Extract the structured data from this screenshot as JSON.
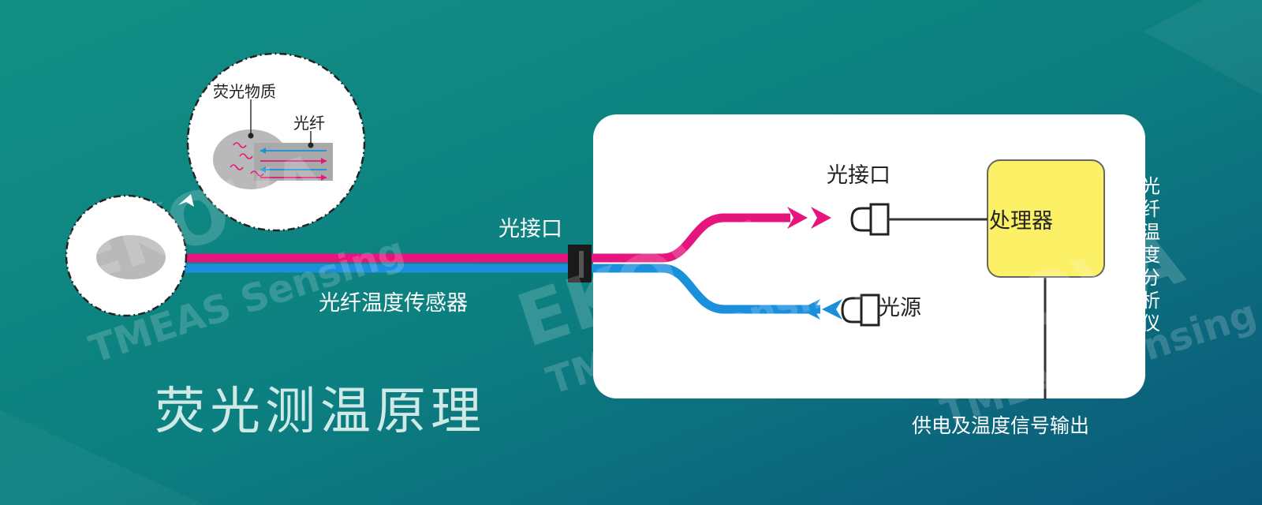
{
  "title": "荧光测温原理",
  "sensor_label": "光纤温度传感器",
  "connector_outside_label": "光接口",
  "connector_inside_label": "光接口",
  "light_source_label": "光源",
  "processor_label": "处理器",
  "output_label": "供电及温度信号输出",
  "analyzer_label": "光纤温度分析仪",
  "zoom": {
    "fluorescent_material_label": "荧光物质",
    "fiber_label": "光纤"
  },
  "watermark": {
    "brand": "EKOVA",
    "tagline": "TMEAS Sensing"
  },
  "colors": {
    "background_start": "#0f8f88",
    "background_end": "#0b5a7c",
    "magenta": "#e6157d",
    "blue": "#1a8fdc",
    "processor_fill": "#fbf066",
    "panel_fill": "#ffffff"
  }
}
